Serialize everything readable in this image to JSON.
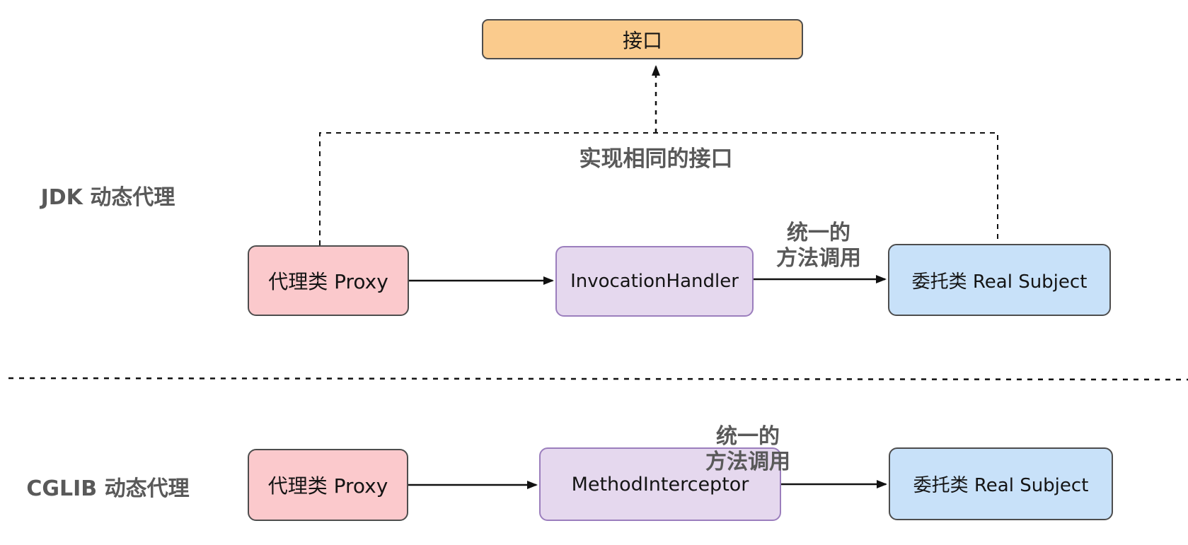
{
  "diagram": {
    "interface_box": {
      "label": "接口"
    },
    "implements_label": "实现相同的接口",
    "jdk": {
      "section_label": "JDK 动态代理",
      "proxy_label": "代理类 Proxy",
      "handler_label": "InvocationHandler",
      "real_subject_label": "委托类 Real Subject",
      "call_label_line1": "统一的",
      "call_label_line2": "方法调用"
    },
    "cglib": {
      "section_label": "CGLIB 动态代理",
      "proxy_label": "代理类 Proxy",
      "handler_label": "MethodInterceptor",
      "real_subject_label": "委托类 Real Subject",
      "call_label_line1": "统一的",
      "call_label_line2": "方法调用"
    },
    "colors": {
      "interface_fill": "#facb8d",
      "proxy_fill": "#fbc9cc",
      "handler_fill": "#e5d8ee",
      "handler_border": "#9b7ebd",
      "real_subject_fill": "#c8e1f9",
      "box_border": "#4d4d4d",
      "label_text": "#595959",
      "line_color": "#111111"
    }
  }
}
